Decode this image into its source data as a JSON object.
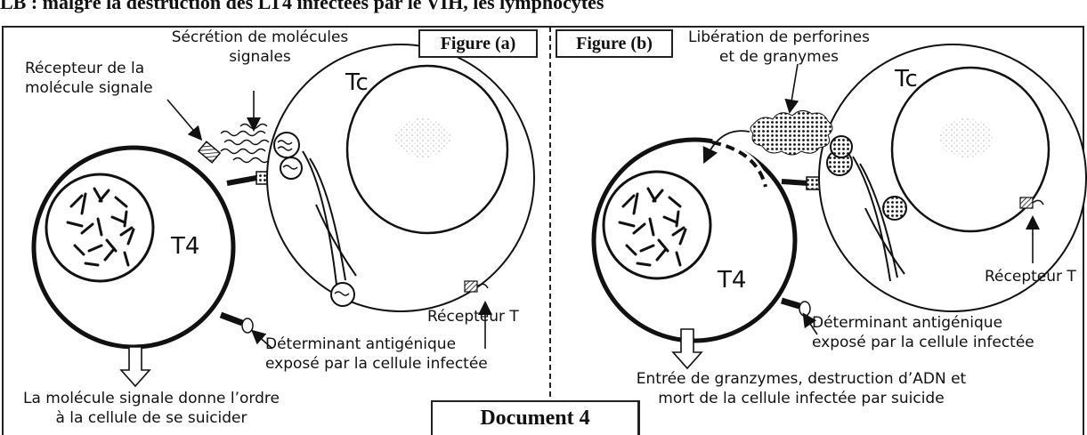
{
  "header_partial": "LB : malgré la destruction des LT4 infectées par le VIH, les lymphocytes",
  "figure_a": {
    "title": "Figure (a)",
    "secretion_label_1": "Sécrétion de molécules",
    "secretion_label_2": "signales",
    "receptor_signal_1": "Récepteur de la",
    "receptor_signal_2": "molécule signale",
    "tc_label": "Tc",
    "t4_label": "T4",
    "receptor_t": "Récepteur T",
    "determinant_1": "Déterminant antigénique",
    "determinant_2": "exposé par la cellule infectée",
    "result_1": "La molécule signale donne l’ordre",
    "result_2": "à la cellule de se suicider"
  },
  "figure_b": {
    "title": "Figure (b)",
    "release_1": "Libération de perforines",
    "release_2": "et de granymes",
    "tc_label": "Tc",
    "t4_label": "T4",
    "receptor_t": "Récepteur T",
    "determinant_1": "Déterminant antigénique",
    "determinant_2": "exposé  par la cellule infectée",
    "result_1": "Entrée de granzymes, destruction d’ADN et",
    "result_2": "mort de la cellule infectée par suicide"
  },
  "document_label": "Document  4"
}
